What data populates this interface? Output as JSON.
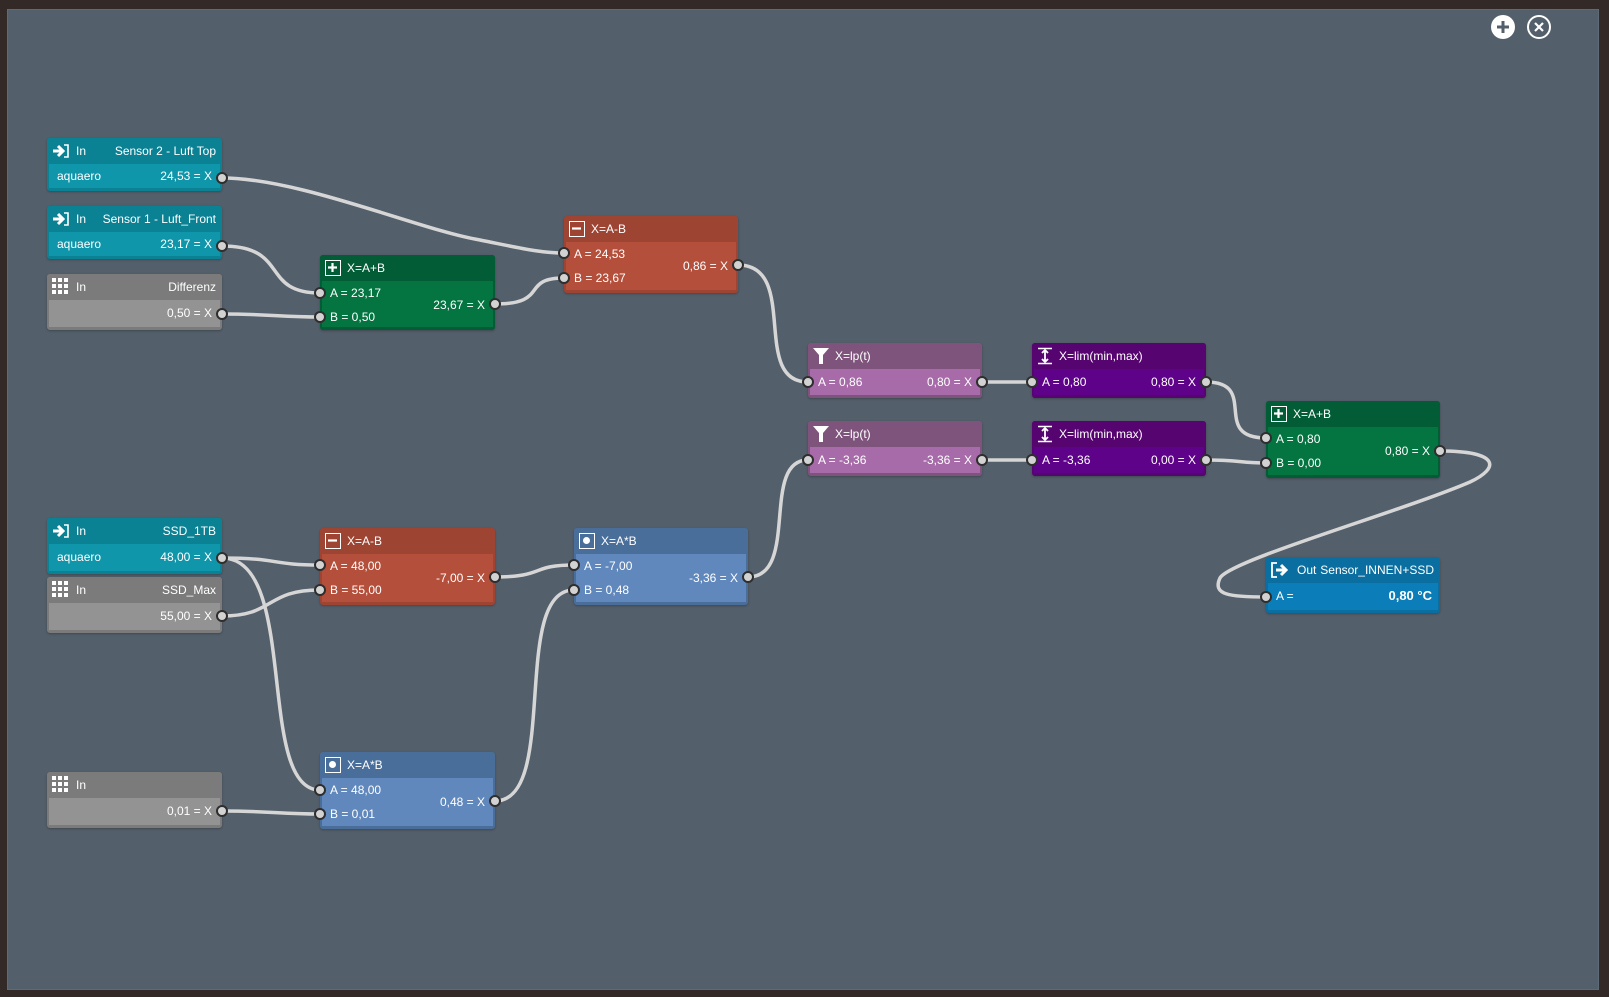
{
  "toolbar": {
    "add_icon": "plus-circle-icon",
    "close_icon": "close-circle-icon"
  },
  "nodes": {
    "in_sensor2": {
      "kind": "In",
      "name": "Sensor 2 - Luft Top",
      "source": "aquaero",
      "output": "24,53 = X",
      "icon": "input-arrow-icon",
      "color": "#0b8194"
    },
    "in_sensor1": {
      "kind": "In",
      "name": "Sensor 1 - Luft_Front",
      "source": "aquaero",
      "output": "23,17 = X",
      "icon": "input-arrow-icon",
      "color": "#0b8194"
    },
    "in_differenz": {
      "kind": "In",
      "name": "Differenz",
      "output": "0,50 = X",
      "icon": "grid-icon",
      "color": "#7b7b7b"
    },
    "add1": {
      "title": "X=A+B",
      "a": "A = 23,17",
      "b": "B = 0,50",
      "output": "23,67 = X",
      "icon": "plus-box-icon",
      "color": "#025d36"
    },
    "sub1": {
      "title": "X=A-B",
      "a": "A = 24,53",
      "b": "B = 23,67",
      "output": "0,86 = X",
      "icon": "minus-box-icon",
      "color": "#9d4433"
    },
    "lp1": {
      "title": "X=lp(t)",
      "a": "A = 0,86",
      "output": "0,80 = X",
      "icon": "filter-icon",
      "color": "#7e547c"
    },
    "lim1": {
      "title": "X=lim(min,max)",
      "a": "A = 0,80",
      "output": "0,80 = X",
      "icon": "limit-icon",
      "color": "#560570"
    },
    "lp2": {
      "title": "X=lp(t)",
      "a": "A = -3,36",
      "output": "-3,36 = X",
      "icon": "filter-icon",
      "color": "#7e547c"
    },
    "lim2": {
      "title": "X=lim(min,max)",
      "a": "A = -3,36",
      "output": "0,00 = X",
      "icon": "limit-icon",
      "color": "#560570"
    },
    "add2": {
      "title": "X=A+B",
      "a": "A = 0,80",
      "b": "B = 0,00",
      "output": "0,80 = X",
      "icon": "plus-box-icon",
      "color": "#025d36"
    },
    "out1": {
      "kind": "Out",
      "name": "Sensor_INNEN+SSD",
      "a": "A =",
      "value": "0,80 °C",
      "icon": "output-arrow-icon",
      "color": "#0a6fa0"
    },
    "in_ssd1tb": {
      "kind": "In",
      "name": "SSD_1TB",
      "source": "aquaero",
      "output": "48,00 = X",
      "icon": "input-arrow-icon",
      "color": "#0b8194"
    },
    "in_ssdmax": {
      "kind": "In",
      "name": "SSD_Max",
      "output": "55,00 = X",
      "icon": "grid-icon",
      "color": "#7b7b7b"
    },
    "sub2": {
      "title": "X=A-B",
      "a": "A = 48,00",
      "b": "B = 55,00",
      "output": "-7,00 = X",
      "icon": "minus-box-icon",
      "color": "#9d4433"
    },
    "mul1": {
      "title": "X=A*B",
      "a": "A = -7,00",
      "b": "B = 0,48",
      "output": "-3,36 = X",
      "icon": "dot-box-icon",
      "color": "#4a6e9a"
    },
    "in_const": {
      "kind": "In",
      "name": "",
      "output": "0,01 = X",
      "icon": "grid-icon",
      "color": "#7b7b7b"
    },
    "mul2": {
      "title": "X=A*B",
      "a": "A = 48,00",
      "b": "B = 0,01",
      "output": "0,48 = X",
      "icon": "dot-box-icon",
      "color": "#4a6e9a"
    }
  }
}
